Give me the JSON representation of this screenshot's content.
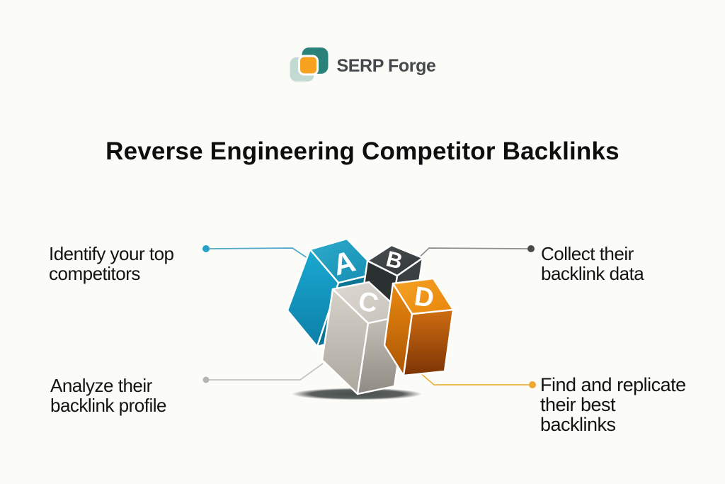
{
  "brand": {
    "name": "SERP Forge",
    "icon_colors": {
      "back_square": "#c3dad3",
      "front_square": "#2a8179",
      "center_square": "#f6a21e"
    }
  },
  "title": "Reverse Engineering Competitor Backlinks",
  "diagram": {
    "shadow_color": "#3f4544",
    "blocks": [
      {
        "letter": "A",
        "topic": "identify-competitors",
        "top_color": "#21a0c2",
        "side_color": "#0f8fba"
      },
      {
        "letter": "B",
        "topic": "collect-backlink-data",
        "top_color": "#3f4445",
        "side_color": "#2c3132"
      },
      {
        "letter": "C",
        "topic": "analyze-backlink-profile",
        "top_color": "#d5d1c9",
        "side_color": "#b3aea5"
      },
      {
        "letter": "D",
        "topic": "find-replicate-backlinks",
        "top_color": "#ef9a1b",
        "side_color": "#a85403"
      }
    ],
    "steps": [
      {
        "block": "A",
        "position": "top-left",
        "label": "Identify your top competitors",
        "lines": [
          "Identify your top",
          "competitors"
        ],
        "connector_color": "#54a7c8",
        "dot_color": "#25a0c6"
      },
      {
        "block": "B",
        "position": "top-right",
        "label": "Collect their backlink data",
        "lines": [
          "Collect their",
          "backlink data"
        ],
        "connector_color": "#8e8e8e",
        "dot_color": "#4b4b4b"
      },
      {
        "block": "C",
        "position": "bottom-left",
        "label": "Analyze their backlink profile",
        "lines": [
          "Analyze their",
          "backlink profile"
        ],
        "connector_color": "#c4c4bf",
        "dot_color": "#b5b5b0"
      },
      {
        "block": "D",
        "position": "bottom-right",
        "label": "Find and replicate their best backlinks",
        "lines": [
          "Find and replicate",
          "their best",
          "backlinks"
        ],
        "connector_color": "#eab23c",
        "dot_color": "#f0a930"
      }
    ]
  }
}
